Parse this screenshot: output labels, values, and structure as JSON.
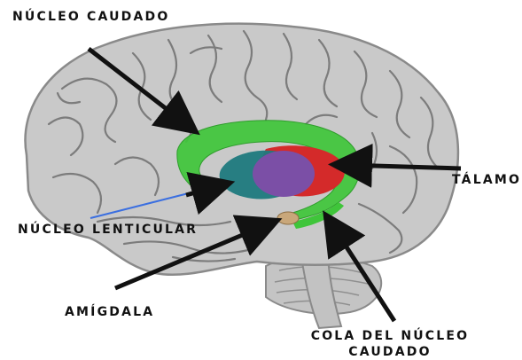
{
  "labels": {
    "nucleo_caudado": "NÚCLEO CAUDADO",
    "talamo": "TÁLAMO",
    "nucleo_lenticular": "NÚCLEO LENTICULAR",
    "amigdala": "AMÍGDALA",
    "cola_line1": "COLA DEL NÚCLEO",
    "cola_line2": "CAUDADO"
  },
  "colors": {
    "brain_fill": "#c9c9c9",
    "brain_outline": "#8a8a8a",
    "sulci": "#7c7c7c",
    "caudate_nucleus": "#3fc53a",
    "thalamus": "#d42a2a",
    "lentiform_nucleus": "#1f7a7e",
    "globus_pallidus": "#7b4fa6",
    "amygdala": "#c9a77a",
    "arrow": "#111111",
    "lenticular_line": "#3b6fe0"
  },
  "icons": [
    "brain-illustration",
    "arrow-icon"
  ]
}
